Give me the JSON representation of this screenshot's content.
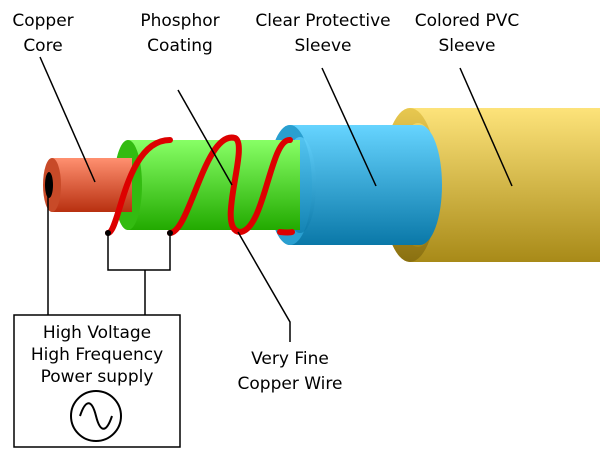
{
  "labels": {
    "copper_core": [
      "Copper",
      "Core"
    ],
    "phosphor_coating": [
      "Phosphor",
      "Coating"
    ],
    "clear_sleeve": [
      "Clear Protective",
      "Sleeve"
    ],
    "pvc_sleeve": [
      "Colored PVC",
      "Sleeve"
    ],
    "fine_wire": [
      "Very Fine",
      "Copper Wire"
    ],
    "power_supply": [
      "High Voltage",
      "High Frequency",
      "Power supply"
    ]
  },
  "power_supply_icon": "ac-sine-icon",
  "colors": {
    "copper": "#e8684a",
    "phosphor": "#44dd22",
    "clear_sleeve": "#3bb8e8",
    "pvc": "#e0c050",
    "wire": "#dd0000"
  }
}
